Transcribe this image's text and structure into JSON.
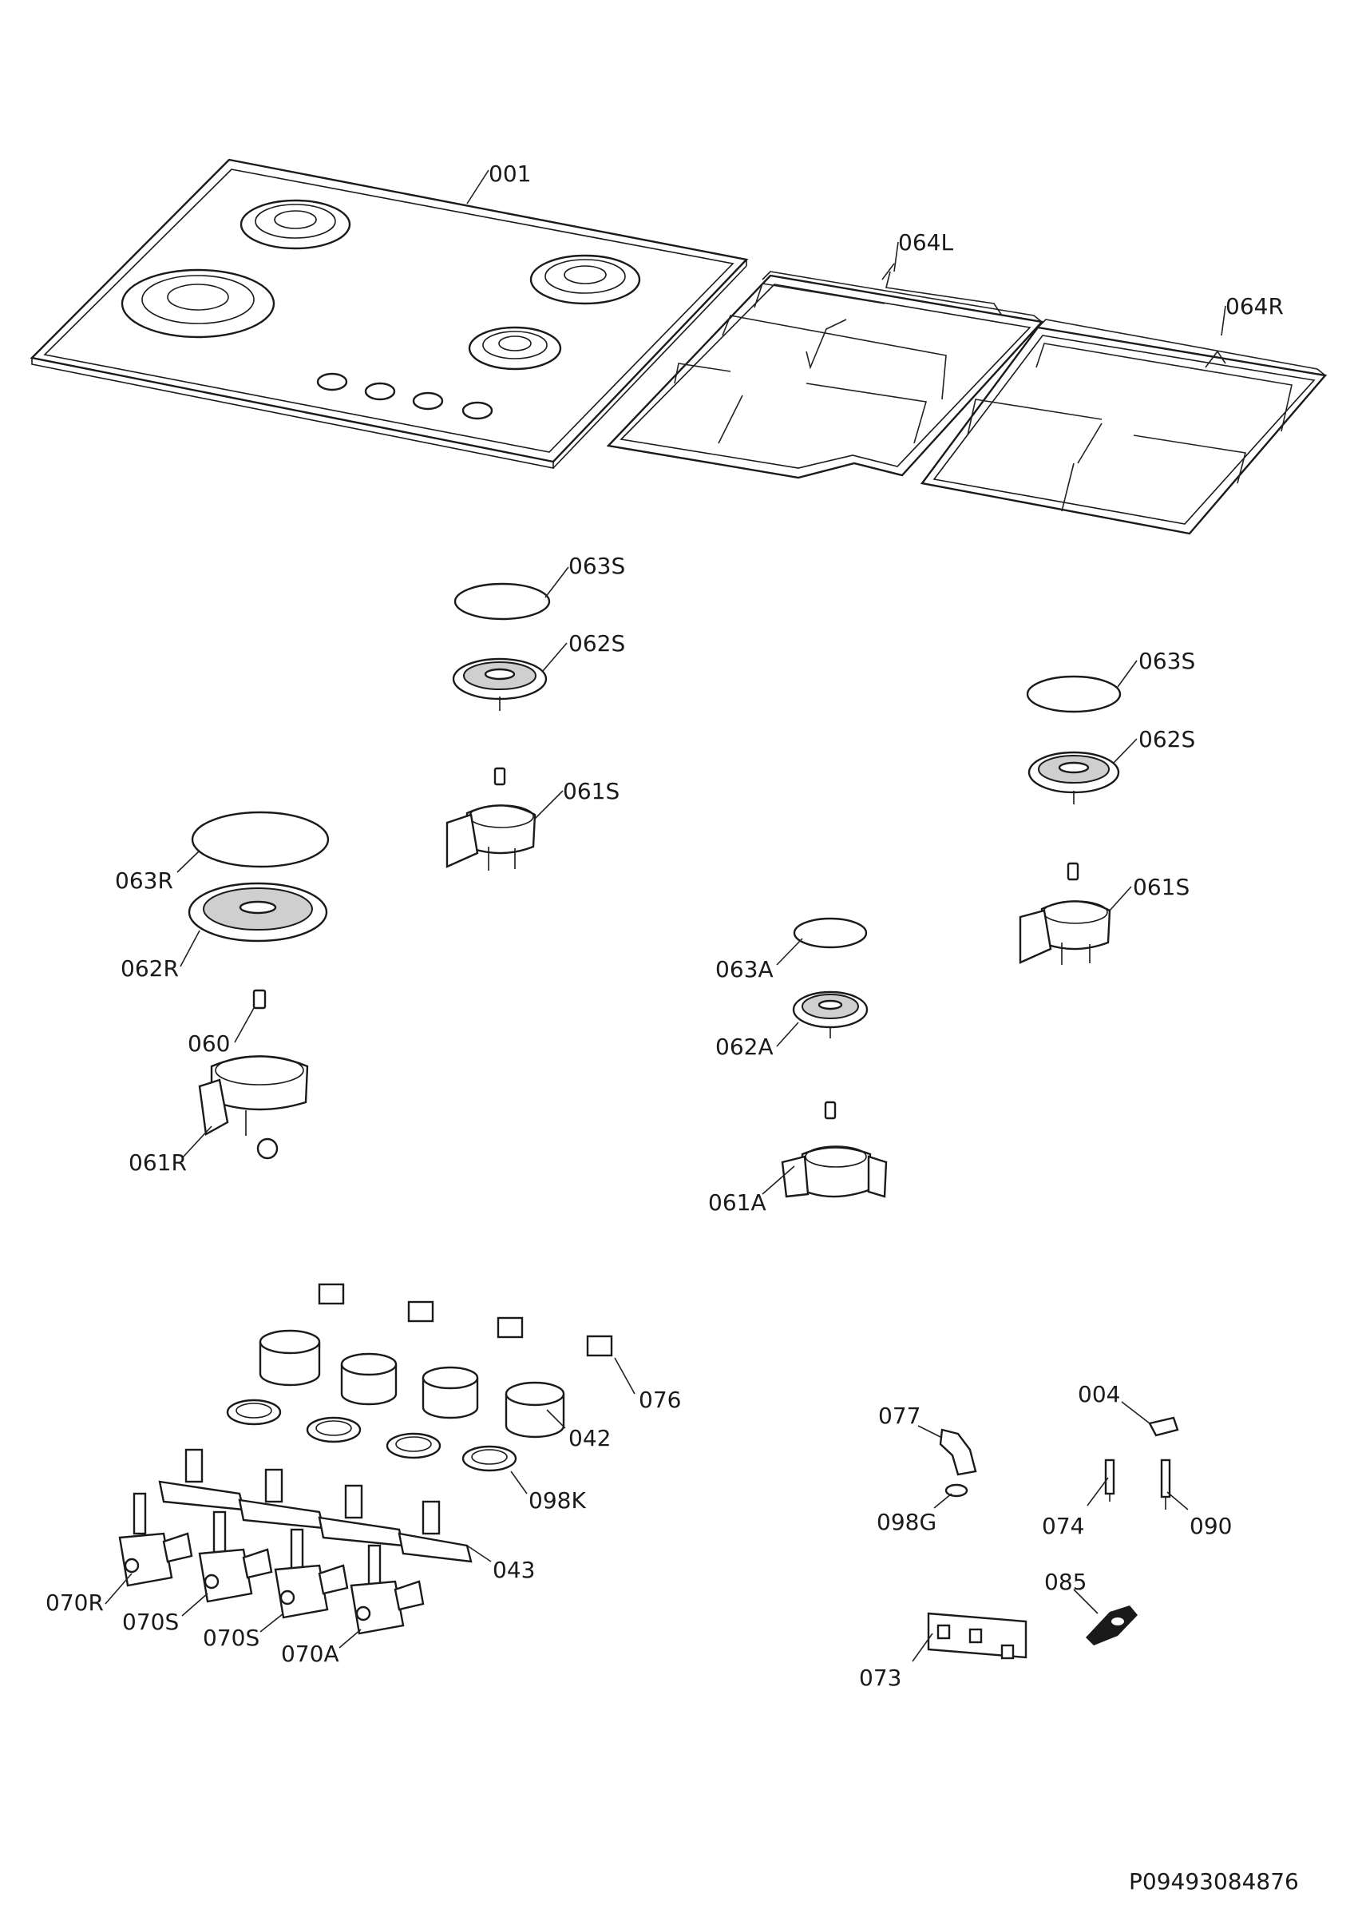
{
  "diagram": {
    "labels": {
      "p001": "001",
      "p064L": "064L",
      "p064R": "064R",
      "p063S_a": "063S",
      "p062S_a": "062S",
      "p061S_a": "061S",
      "p063S_b": "063S",
      "p062S_b": "062S",
      "p061S_b": "061S",
      "p063R": "063R",
      "p062R": "062R",
      "p060": "060",
      "p061R": "061R",
      "p063A": "063A",
      "p062A": "062A",
      "p061A": "061A",
      "p076": "076",
      "p042": "042",
      "p098K": "098K",
      "p043": "043",
      "p070R": "070R",
      "p070S_a": "070S",
      "p070S_b": "070S",
      "p070A": "070A",
      "p077": "077",
      "p098G": "098G",
      "p004": "004",
      "p074": "074",
      "p090": "090",
      "p085": "085",
      "p073": "073"
    },
    "document_code": "P09493084876"
  }
}
